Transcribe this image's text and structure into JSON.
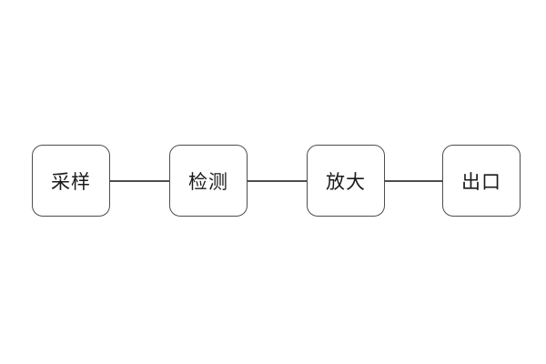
{
  "diagram": {
    "type": "flowchart",
    "direction": "left-to-right",
    "nodes": [
      {
        "id": "sampling",
        "label": "采样"
      },
      {
        "id": "detection",
        "label": "检测"
      },
      {
        "id": "amplification",
        "label": "放大"
      },
      {
        "id": "outlet",
        "label": "出口"
      }
    ],
    "edges": [
      {
        "from": "sampling",
        "to": "detection"
      },
      {
        "from": "detection",
        "to": "amplification"
      },
      {
        "from": "amplification",
        "to": "outlet"
      }
    ],
    "colors": {
      "background": "#ffffff",
      "node_fill": "#ffffff",
      "node_border": "#4d4d4d",
      "connector": "#4d4d4d",
      "text": "#1a1a1a"
    }
  }
}
